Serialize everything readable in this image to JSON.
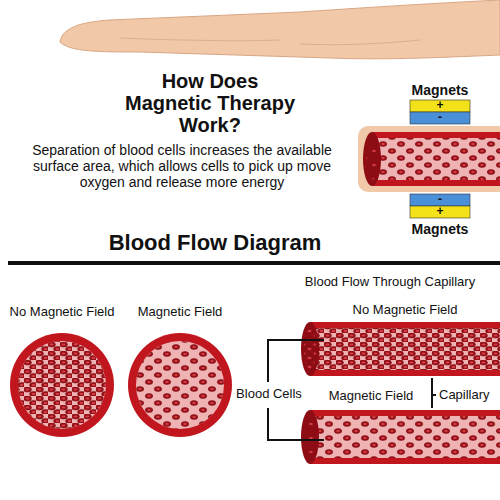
{
  "diagram": {
    "title": "How Does Magnetic Therapy Work?",
    "labels": [
      "Separation of blood cells increases the available surface area, which allows cells to pick up move oxygen and release more energy",
      "Magnets",
      "+",
      "-",
      "-",
      "+",
      "Magnets",
      "Blood Flow Diagram",
      "Blood Flow Through Capillary",
      "No Magnetic Field",
      "Magnetic Field",
      "No Magnetic Field",
      "Blood Cells",
      "Magnetic Field",
      "Capillary"
    ]
  }
}
